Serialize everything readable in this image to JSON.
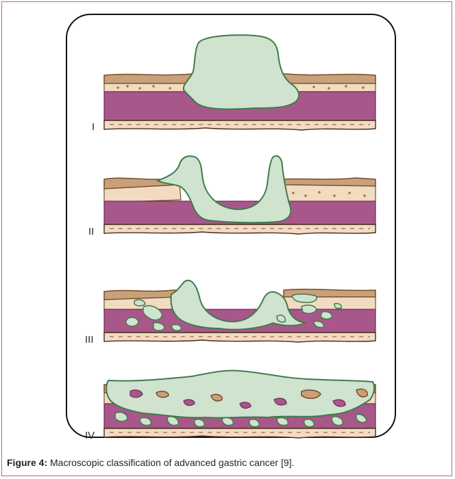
{
  "figure": {
    "type_labels": [
      "I",
      "II",
      "III",
      "IV"
    ],
    "caption_label": "Figure 4:",
    "caption_text": "Macroscopic classification of advanced gastric cancer [9]."
  },
  "colors": {
    "mucosa": "#c8a07a",
    "submucosa": "#f1dcc2",
    "muscularis": "#a8578a",
    "serosa": "#f1dcc2",
    "tumor": "#cfe3cf",
    "tumor_outline": "#3f7a4a",
    "frame_border": "#b5667a"
  }
}
